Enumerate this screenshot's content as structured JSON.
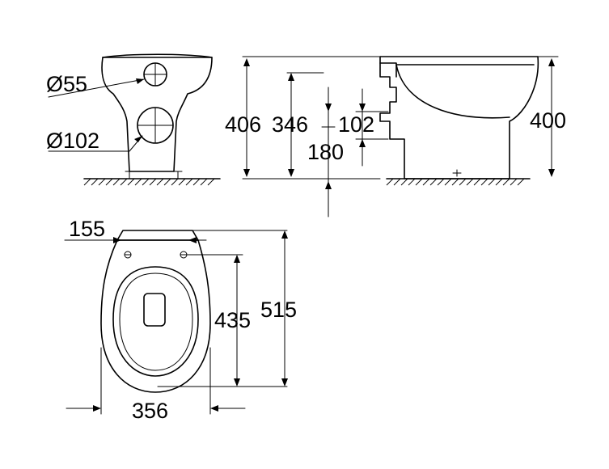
{
  "dimensions": {
    "outlet_diameter": "Ø55",
    "drain_diameter": "Ø102",
    "total_height": "406",
    "outlet_height": "346",
    "outlet_spacing": "102",
    "drain_height": "180",
    "rim_height": "400",
    "seat_hole_spacing": "155",
    "seat_hole_depth": "435",
    "total_length": "515",
    "total_width": "356"
  }
}
